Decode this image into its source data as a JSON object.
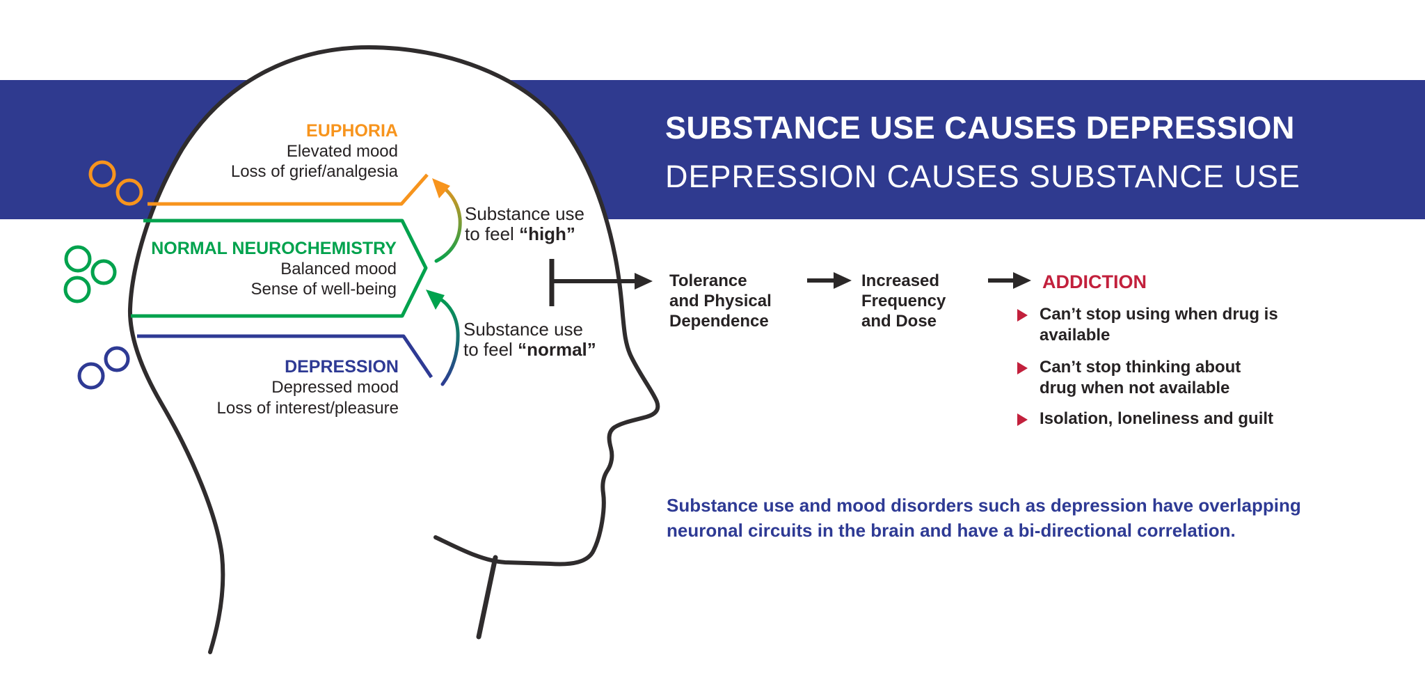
{
  "banner": {
    "title_bold": "SUBSTANCE USE CAUSES DEPRESSION",
    "title_regular": "DEPRESSION CAUSES SUBSTANCE USE",
    "bg_color": "#2F3A8F",
    "text_color": "#FFFFFF"
  },
  "bands": {
    "euphoria": {
      "heading": "EUPHORIA",
      "line1": "Elevated mood",
      "line2": "Loss of grief/analgesia",
      "color": "#F7941D"
    },
    "normal": {
      "heading": "NORMAL NEUROCHEMISTRY",
      "line1": "Balanced mood",
      "line2": "Sense of well-being",
      "color": "#00A24D"
    },
    "depression": {
      "heading": "DEPRESSION",
      "line1": "Depressed mood",
      "line2": "Loss of interest/pleasure",
      "color": "#2E3A94"
    }
  },
  "arrow_labels": {
    "high": {
      "line1": "Substance use",
      "line2_prefix": "to feel ",
      "line2_bold": "“high”"
    },
    "normal": {
      "line1": "Substance use",
      "line2_prefix": "to feel ",
      "line2_bold": "“normal”"
    }
  },
  "flow": {
    "step1": {
      "line1": "Tolerance",
      "line2": "and Physical",
      "line3": "Dependence"
    },
    "step2": {
      "line1": "Increased",
      "line2": "Frequency",
      "line3": "and Dose"
    },
    "addiction": {
      "heading": "ADDICTION",
      "color": "#C2203C",
      "bullets": [
        [
          "Can’t stop using when drug is",
          "available"
        ],
        [
          "Can’t stop thinking about",
          "drug when not available"
        ],
        [
          "Isolation, loneliness and guilt"
        ]
      ]
    }
  },
  "caption": {
    "line1": "Substance use and mood disorders such as depression have overlapping",
    "line2": "neuronal circuits in the brain and have a bi-directional correlation.",
    "color": "#2E3A94"
  }
}
